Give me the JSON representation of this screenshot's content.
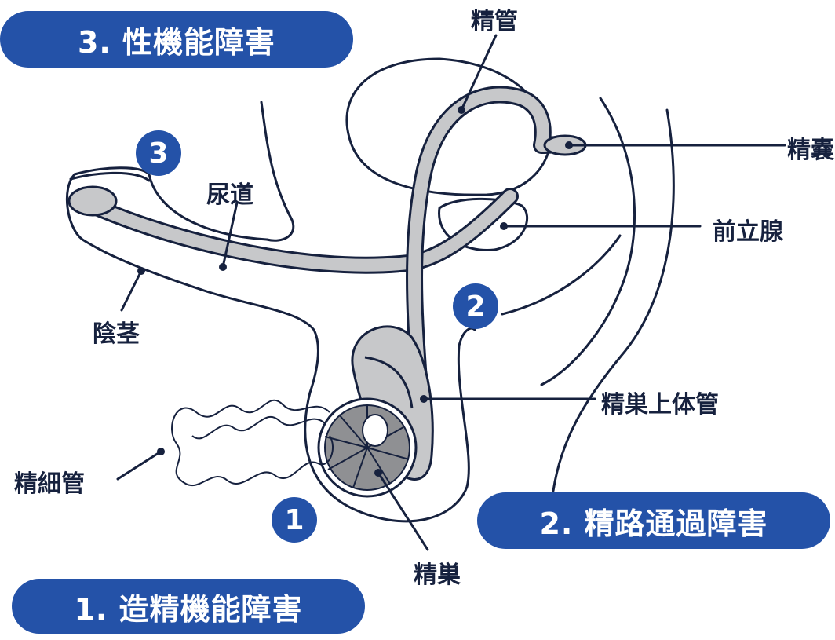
{
  "colors": {
    "accent": "#2452a8",
    "line": "#16213e",
    "duct_fill": "#c7c8ca",
    "badge_text": "#ffffff"
  },
  "headers": {
    "sexual": "3. 性機能障害",
    "passage": "2. 精路通過障害",
    "production": "1. 造精機能障害"
  },
  "badges": {
    "one": "1",
    "two": "2",
    "three": "3"
  },
  "labels": {
    "vas_deferens": "精管",
    "seminal_vesicle": "精嚢",
    "prostate": "前立腺",
    "urethra": "尿道",
    "penis": "陰茎",
    "epididymis": "精巣上体管",
    "seminiferous_tubules": "精細管",
    "testis": "精巣"
  }
}
